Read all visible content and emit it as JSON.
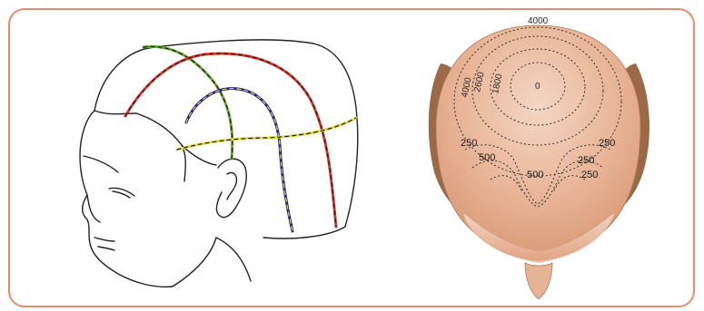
{
  "colors": {
    "frame_border": "#ec8a6a",
    "line_green": "#6aa83a",
    "line_red": "#d63a2f",
    "line_blue": "#27207f",
    "line_yellow": "#e5dc47",
    "skin": "#e9b79a",
    "hair": "#9a6a48"
  },
  "contour_labels": {
    "top": "4000",
    "left_a": "4000",
    "left_b": "2600",
    "left_c": "1800",
    "center": "0",
    "left_250": "250",
    "left_500": "500",
    "mid_500": "500",
    "right_250_a": "250",
    "right_250_b": "250",
    "right_250_c": "250"
  }
}
